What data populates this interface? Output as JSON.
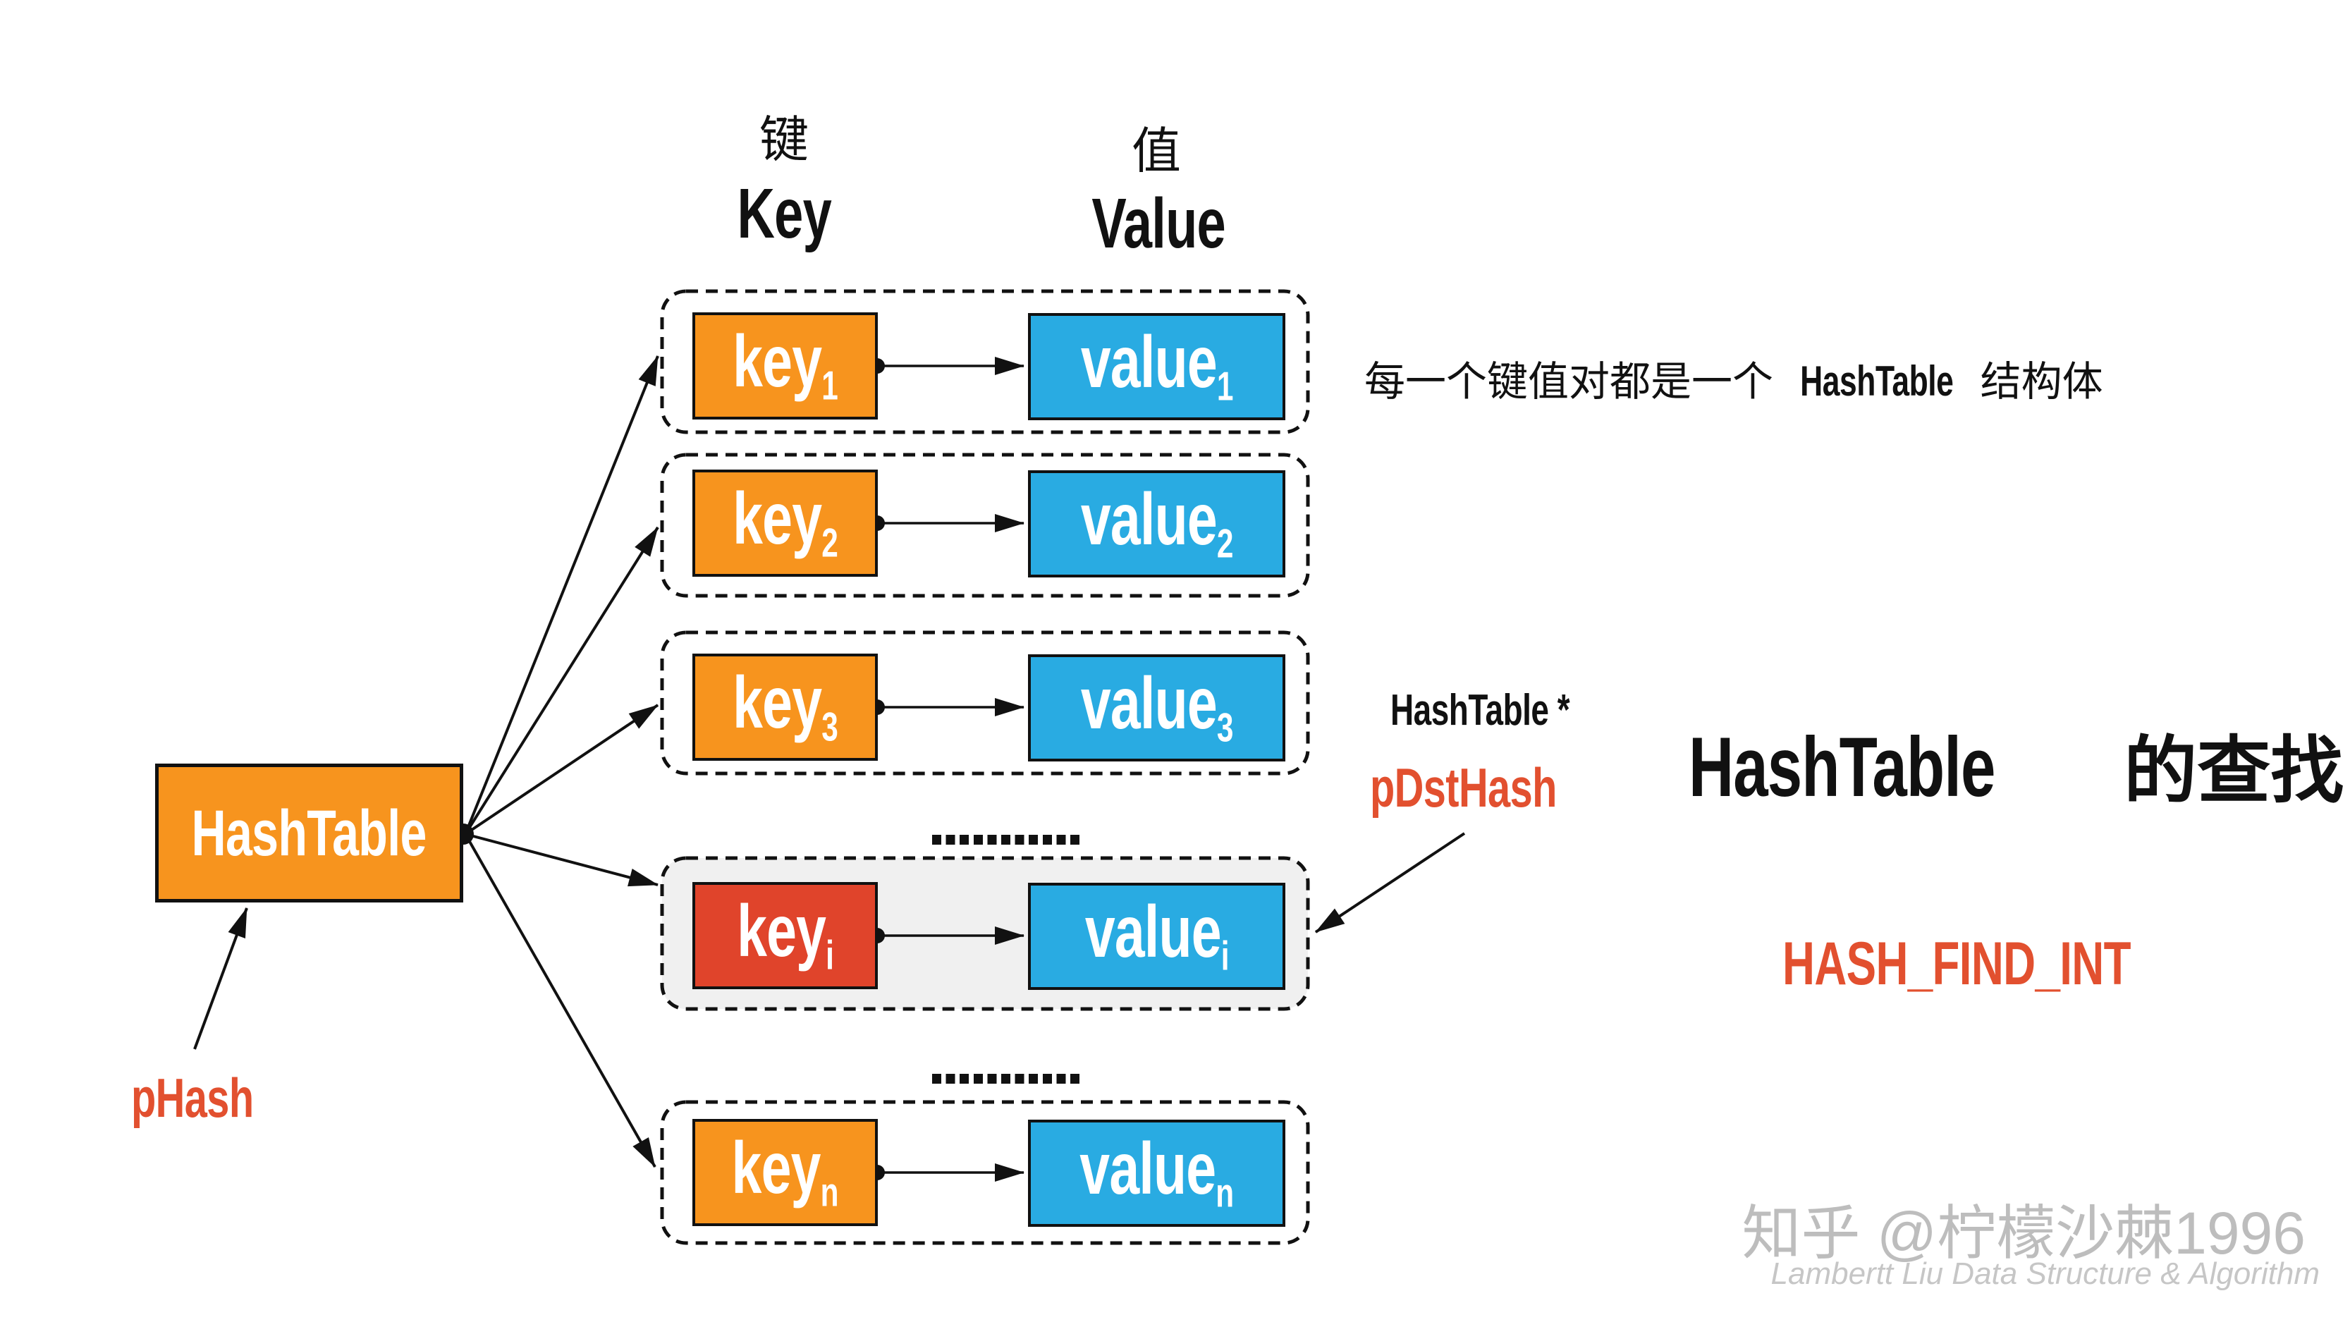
{
  "diagram": {
    "headers": {
      "key_cn": "键",
      "key_en": "Key",
      "value_cn": "值",
      "value_en": "Value"
    },
    "root_box": {
      "label": "HashTable"
    },
    "root_pointer_label": "pHash",
    "rows": [
      {
        "key": "key",
        "key_sub": "1",
        "value": "value",
        "value_sub": "1",
        "highlighted": false
      },
      {
        "key": "key",
        "key_sub": "2",
        "value": "value",
        "value_sub": "2",
        "highlighted": false
      },
      {
        "key": "key",
        "key_sub": "3",
        "value": "value",
        "value_sub": "3",
        "highlighted": false
      },
      {
        "key": "key",
        "key_sub": "i",
        "value": "value",
        "value_sub": "i",
        "highlighted": true
      },
      {
        "key": "key",
        "key_sub": "n",
        "value": "value",
        "value_sub": "n",
        "highlighted": false
      }
    ],
    "ellipsis": "............",
    "note": {
      "prefix": "每一个键值对都是一个",
      "code": "HashTable",
      "suffix": "结构体"
    },
    "target_pointer": {
      "type": "HashTable *",
      "name": "pDstHash"
    },
    "title": {
      "code": "HashTable",
      "cn": "的查找"
    },
    "macro": "HASH_FIND_INT",
    "watermark": {
      "line1": "知乎 @柠檬沙棘1996",
      "line2": "Lambertt Liu   Data Structure & Algorithm"
    },
    "colors": {
      "key_orange": "#F7941E",
      "value_blue": "#29ABE2",
      "highlight_red": "#E0442B",
      "accent_text": "#E2502F",
      "highlight_row_bg": "#F0F0F0",
      "line_black": "#111111",
      "watermark_gray": "#BDBDBD"
    }
  }
}
